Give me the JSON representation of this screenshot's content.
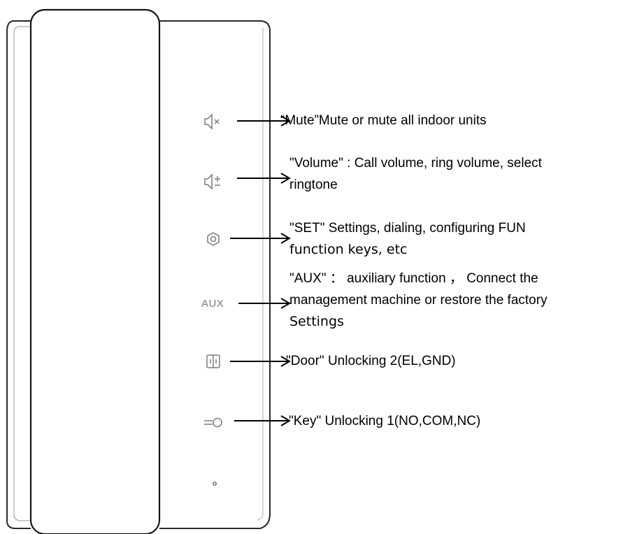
{
  "buttons": [
    {
      "id": "mute",
      "icon": "speaker-mute-icon",
      "lines": [
        "“Mute”Mute or mute all indoor units"
      ]
    },
    {
      "id": "volume",
      "icon": "speaker-volume-icon",
      "lines": [
        "\"Volume\" : Call volume, ring volume, select",
        "ringtone"
      ]
    },
    {
      "id": "set",
      "icon": "settings-hexagon-icon",
      "lines": [
        "\"SET\" Settings, dialing, configuring FUN",
        "function keys, etc"
      ]
    },
    {
      "id": "aux",
      "icon_text": "AUX",
      "lines": [
        "\"AUX\" ： auxiliary function ， Connect the",
        "management machine or restore the factory",
        "Settings"
      ]
    },
    {
      "id": "door",
      "icon": "door-icon",
      "lines": [
        "\"Door\" Unlocking 2(EL,GND)"
      ]
    },
    {
      "id": "key",
      "icon": "key-icon",
      "lines": [
        "\"Key\" Unlocking 1(NO,COM,NC)"
      ]
    }
  ],
  "colors": {
    "outline": "#1a1a1a",
    "icon": "#7a7a7a",
    "text": "#000000"
  }
}
